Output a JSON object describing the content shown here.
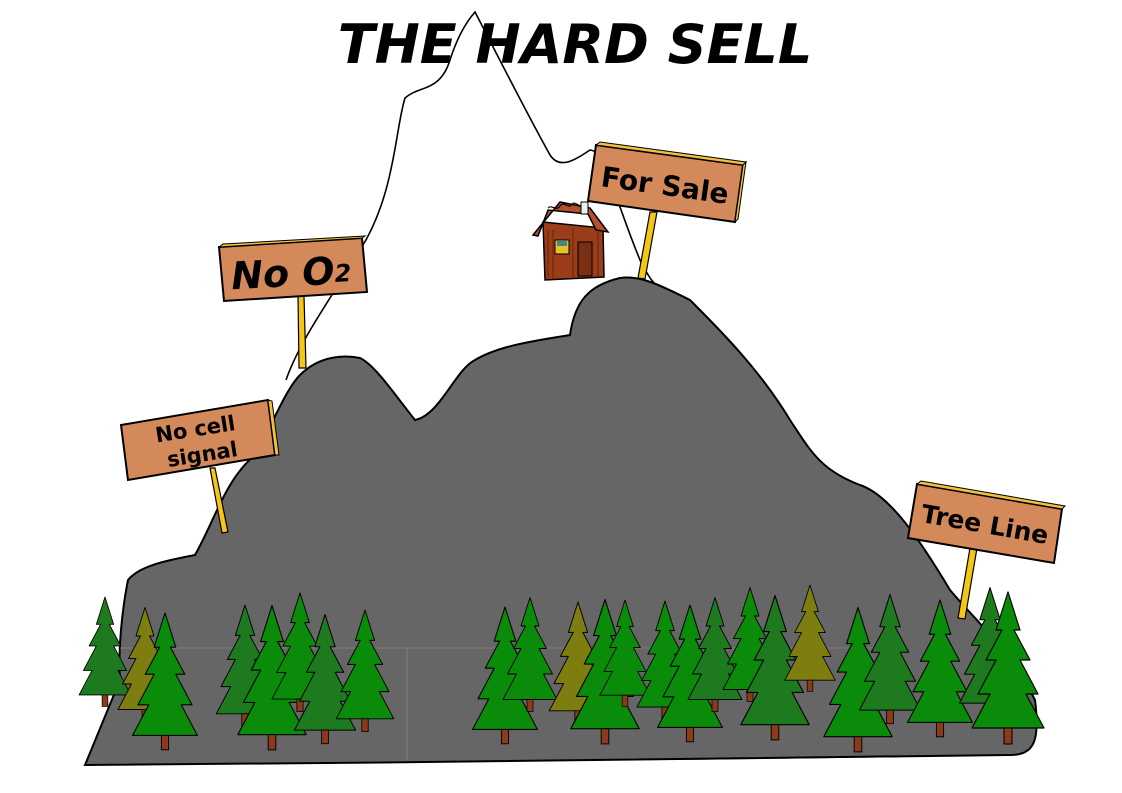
{
  "title": "THE HARD SELL",
  "signs": {
    "no_cell": {
      "line1": "No cell",
      "line2": "signal"
    },
    "no_o2": {
      "text": "No O",
      "subscript": "2"
    },
    "for_sale": {
      "text": "For Sale"
    },
    "tree_line": {
      "text": "Tree Line"
    }
  },
  "colors": {
    "mountain": "#666666",
    "sign_board": "#d4895a",
    "sign_edge": "#f0c040",
    "post": "#f5c518",
    "tree_dark": "#1e7a1e",
    "tree_bright": "#0a8c0a",
    "tree_olive": "#7d7d10",
    "trunk": "#8b3a1a",
    "cabin": "#9b3d1a"
  }
}
